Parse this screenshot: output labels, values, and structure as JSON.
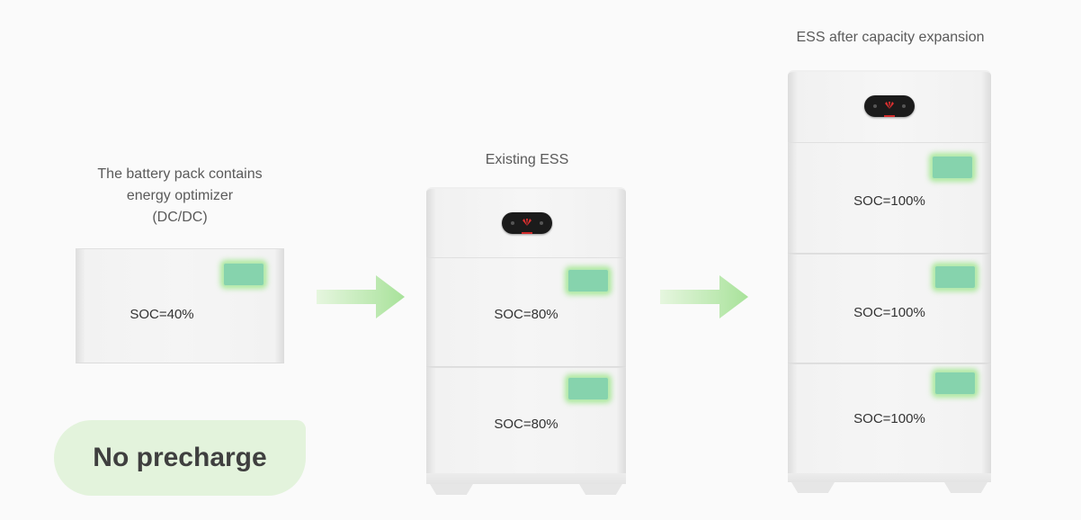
{
  "captions": {
    "pack": [
      "The battery pack contains",
      "energy optimizer",
      "(DC/DC)"
    ],
    "existing": "Existing ESS",
    "expanded": "ESS after capacity expansion"
  },
  "single_pack": {
    "soc": "SOC=40%"
  },
  "existing_ess": {
    "modules": [
      "SOC=80%",
      "SOC=80%"
    ]
  },
  "expanded_ess": {
    "modules": [
      "SOC=100%",
      "SOC=100%",
      "SOC=100%"
    ]
  },
  "badge": "No precharge",
  "colors": {
    "led": "#86d3ad",
    "arrow": "#b6e6a8",
    "badge_bg": "#e3f3dc"
  },
  "icons": [
    "right-arrow-icon",
    "right-arrow-icon",
    "brand-logo-icon"
  ]
}
